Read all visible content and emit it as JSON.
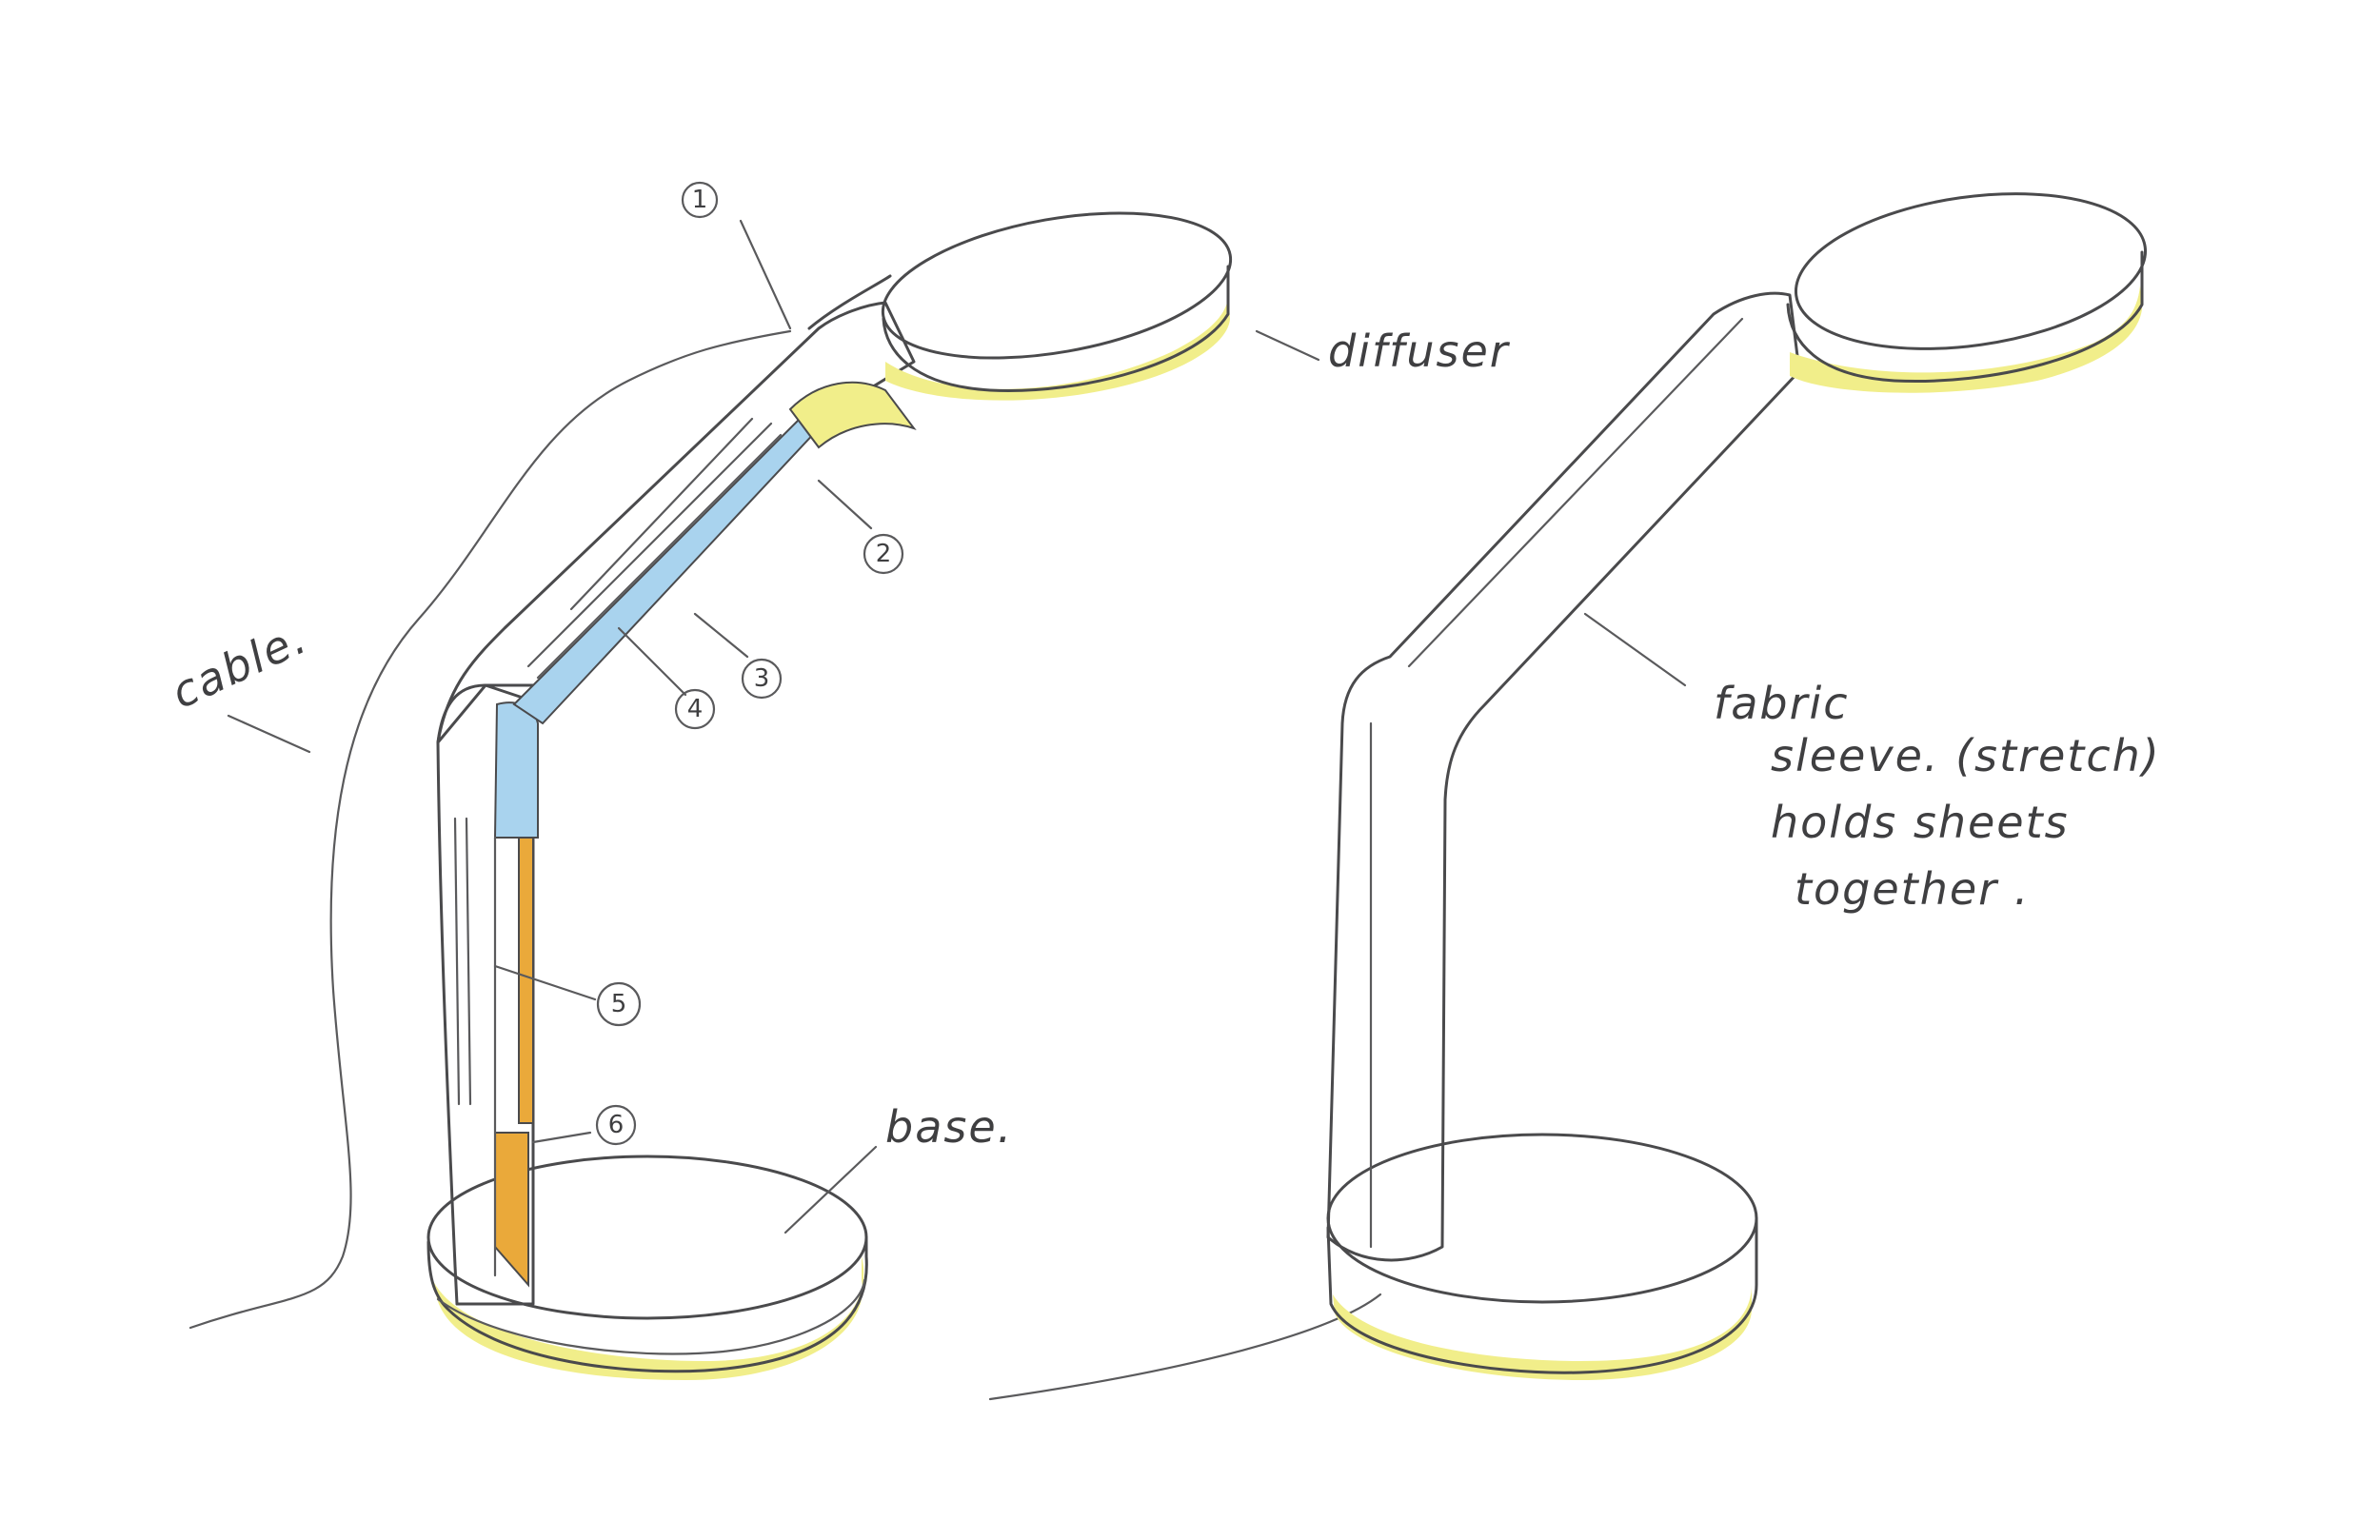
{
  "labels": {
    "diffuser": "diffuser",
    "cable": "cable.",
    "base": "base.",
    "note_line1": "fabric",
    "note_line2": "sleeve. (stretch)",
    "note_line3": "holds sheets",
    "note_line4": "together ."
  },
  "callouts": [
    "1",
    "2",
    "3",
    "4",
    "5",
    "6"
  ],
  "colors": {
    "ink": "#4a4a4c",
    "glow_yellow": "#f1ee8a",
    "blue_sheet": "#a9d3ee",
    "orange_sheet": "#eaa93a",
    "shade_grey": "#d8d8da"
  }
}
